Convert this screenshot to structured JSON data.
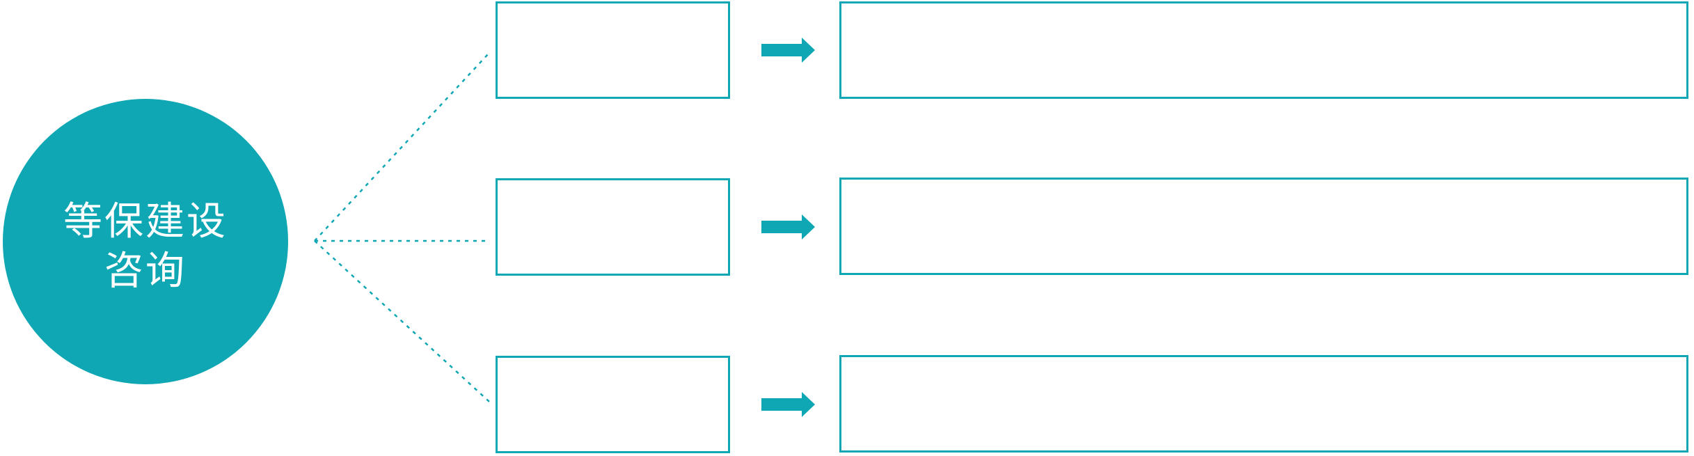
{
  "colors": {
    "accent": "#0FA7B3",
    "background": "#FFFFFF",
    "box_fill": "#FFFFFF",
    "text_on_accent": "#FFFFFF"
  },
  "hub": {
    "label_line1": "等保建设",
    "label_line2": "咨询"
  },
  "rows": [
    {
      "small_box_text": "",
      "large_box_text": ""
    },
    {
      "small_box_text": "",
      "large_box_text": ""
    },
    {
      "small_box_text": "",
      "large_box_text": ""
    }
  ],
  "icons": {
    "arrow": "right-arrow",
    "connector": "dotted-line"
  }
}
